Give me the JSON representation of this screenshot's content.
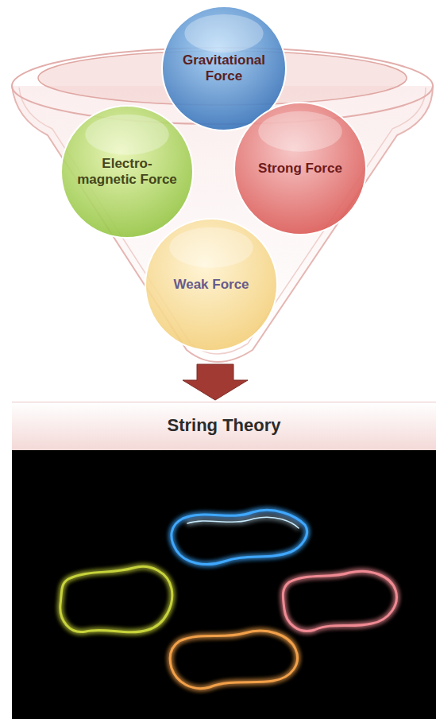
{
  "diagram": {
    "title": "String Theory",
    "nodes": [
      {
        "text": [
          "Gravitational Force"
        ]
      },
      {
        "text": [
          "Electro-magnetic Force"
        ]
      },
      {
        "text": [
          "Strong Force"
        ]
      },
      {
        "text": [
          "Weak Force"
        ]
      }
    ]
  }
}
